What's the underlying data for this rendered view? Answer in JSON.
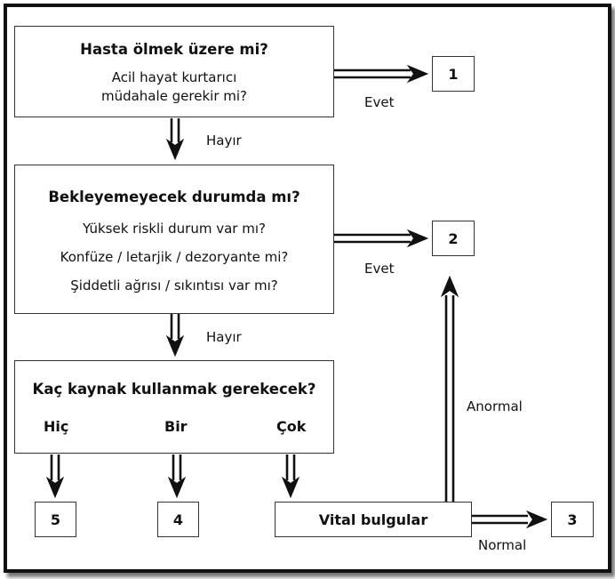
{
  "box1": {
    "title": "Hasta ölmek üzere mi?",
    "lines": [
      "Acil hayat kurtarıcı",
      "müdahale gerekir mi?"
    ]
  },
  "box2": {
    "title": "Bekleyemeyecek durumda mı?",
    "lines": [
      "Yüksek riskli durum var mı?",
      "Konfüze / letarjik / dezoryante mi?",
      "Şiddetli ağrısı / sıkıntısı var mı?"
    ]
  },
  "box3": {
    "title": "Kaç kaynak kullanmak gerekecek?",
    "options": [
      "Hiç",
      "Bir",
      "Çok"
    ]
  },
  "vital": "Vital bulgular",
  "results": [
    "1",
    "2",
    "3",
    "4",
    "5"
  ],
  "labels": {
    "yes1": "Evet",
    "yes2": "Evet",
    "no1": "Hayır",
    "no2": "Hayır",
    "abnormal": "Anormal",
    "normal": "Normal"
  }
}
